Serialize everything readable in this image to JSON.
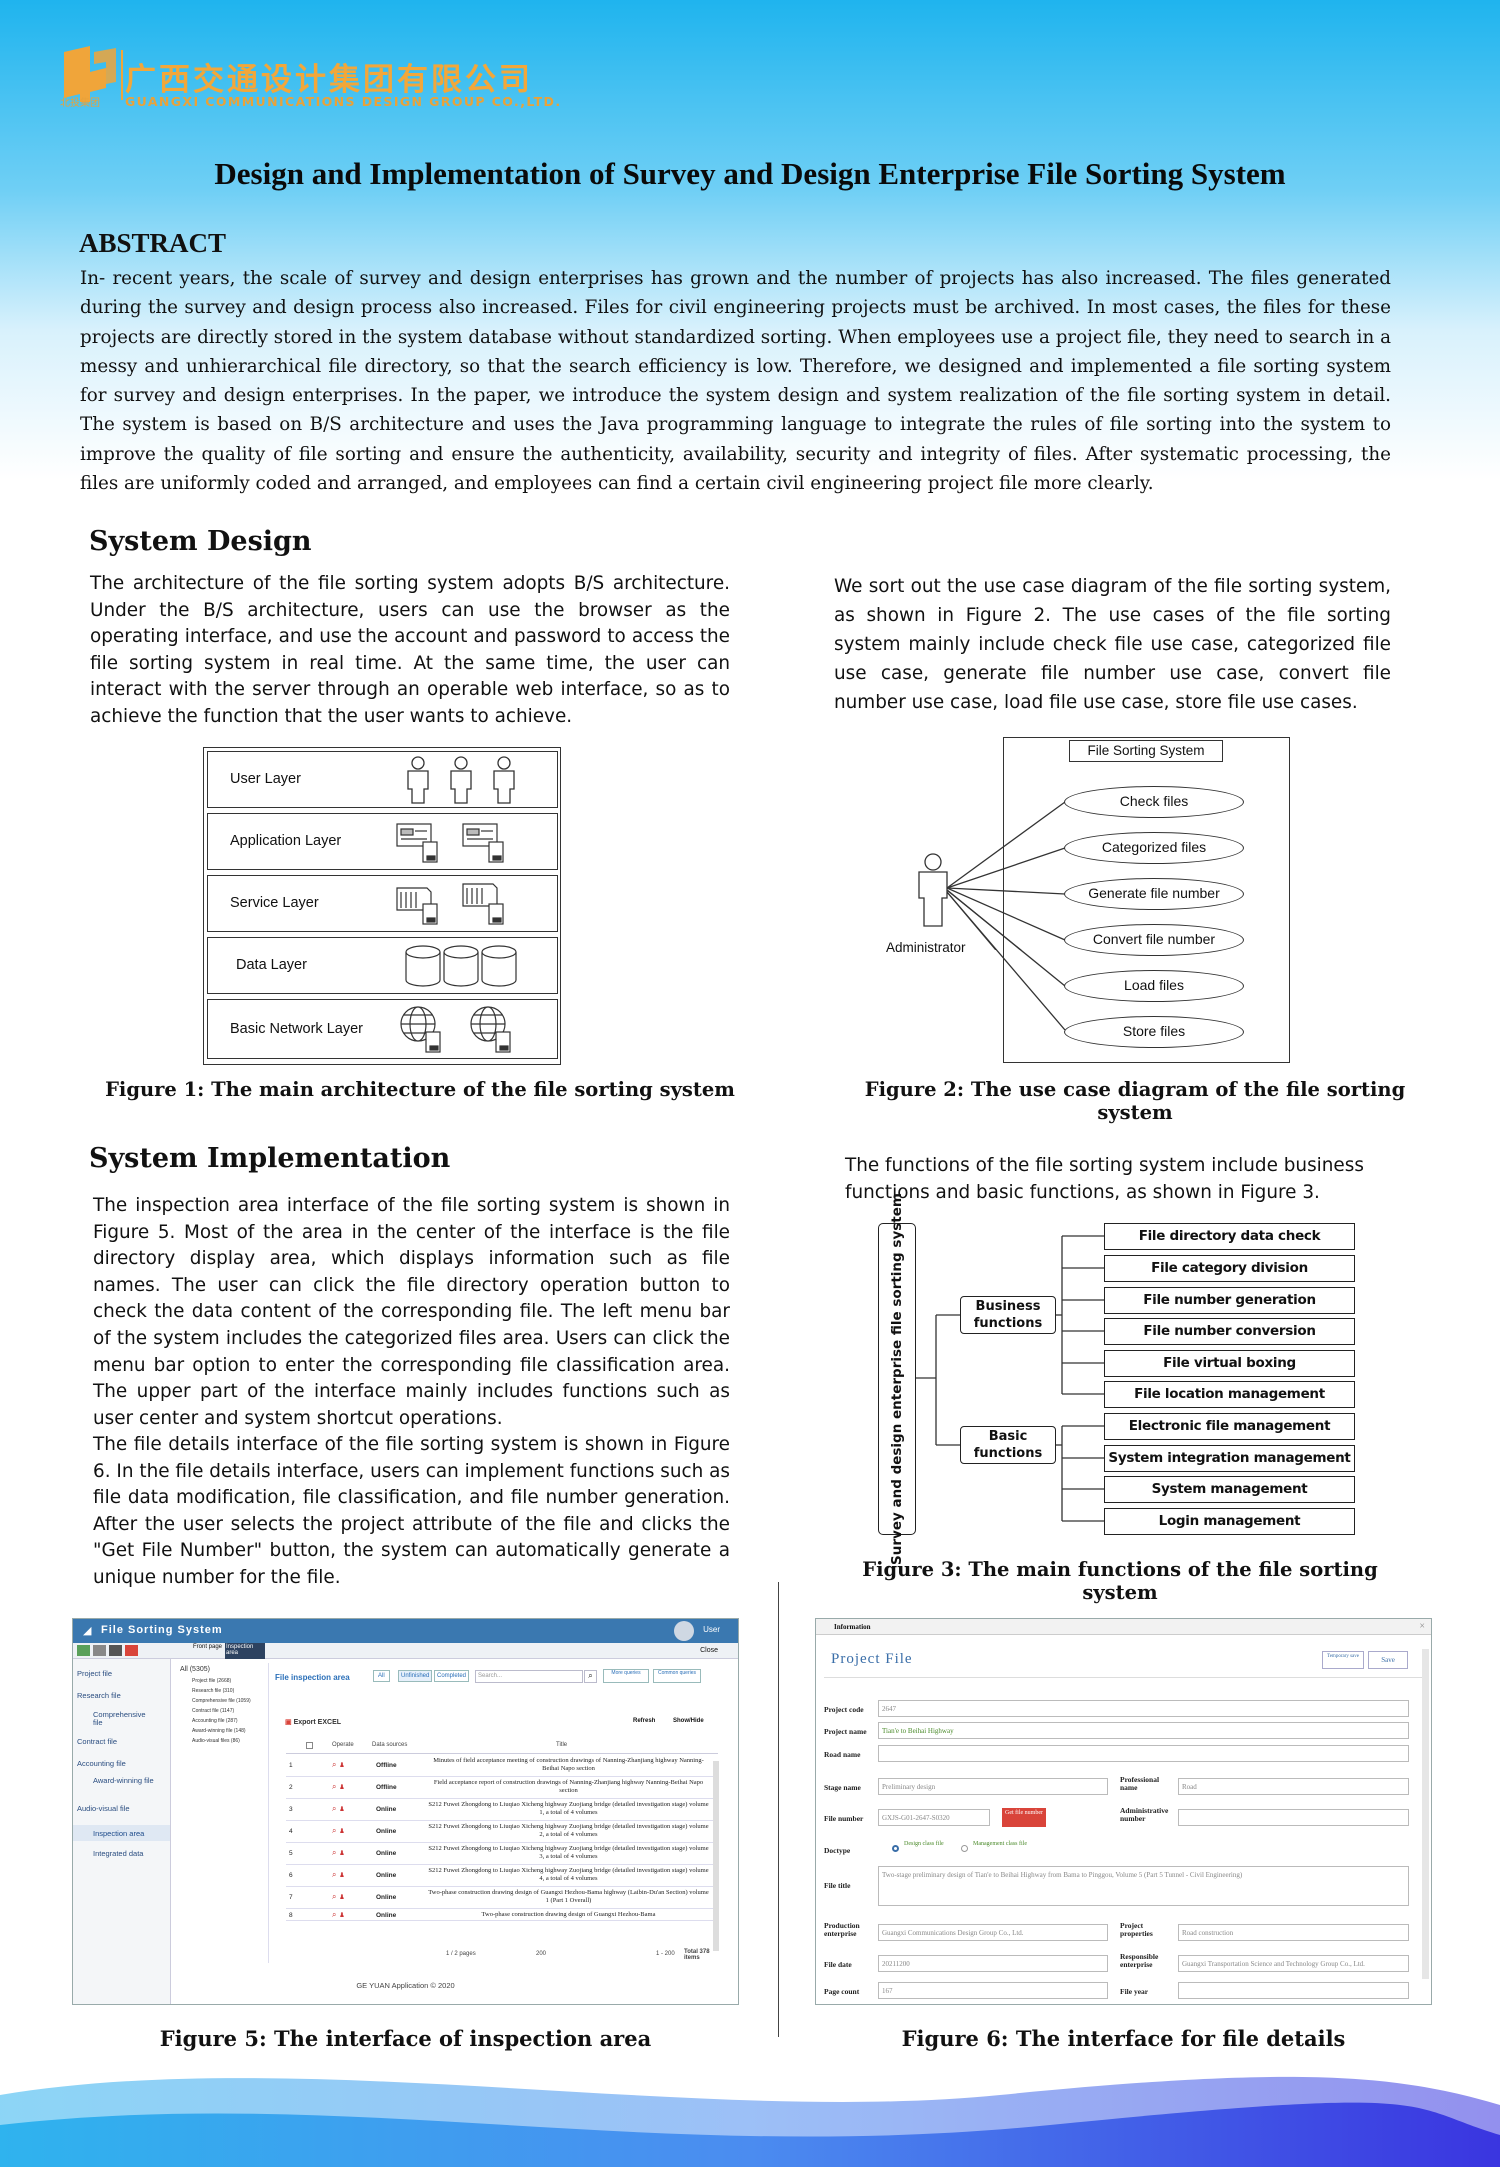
{
  "header": {
    "logo_cn": "广西交通设计集团有限公司",
    "logo_en": "GUANGXI COMMUNICATIONS DESIGN GROUP CO.,LTD.",
    "logo_short": "北投集团",
    "brand_color": "#f2a73a"
  },
  "title": "Design and Implementation of Survey and Design Enterprise File Sorting System",
  "abstract": {
    "heading": "ABSTRACT",
    "text": "In- recent years, the scale of survey and design enterprises has grown and the number of projects has also increased. The files generated during the survey and design process also increased. Files for civil engineering projects must be archived. In most cases, the files for these projects are directly stored in the system database without standardized sorting. When employees use a project file, they need to search in a messy and unhierarchical file directory, so that the search efficiency is low. Therefore, we designed and implemented a file sorting system for survey and design enterprises. In the paper, we introduce the system design and system realization of the file sorting system in detail. The system is based on B/S architecture and uses the Java programming language to integrate the rules of file sorting into the system to improve the quality of file sorting and ensure the authenticity, availability, security and integrity of files. After systematic processing, the files are uniformly coded and arranged, and employees can find a certain civil engineering project file more clearly."
  },
  "system_design": {
    "heading": "System Design",
    "left_text": "The architecture of the file sorting system adopts B/S architecture. Under the B/S architecture, users can use the browser as the operating interface, and use the account and password to access the file sorting system in real time. At the same time, the user can interact with the server through an operable web interface, so as to achieve the function that the user wants to achieve.",
    "right_text": "We sort out the use case diagram of the file sorting system, as shown in Figure 2. The use cases of the file sorting system mainly include check file use case, categorized file use case, generate file number use case, convert file number use case, load file use case, store file use cases.",
    "fig1": {
      "layers": [
        "User Layer",
        "Application Layer",
        "Service Layer",
        "Data Layer",
        "Basic Network Layer"
      ],
      "caption": "Figure 1: The main architecture of the file sorting system"
    },
    "fig2": {
      "system_title": "File Sorting System",
      "actor": "Administrator",
      "use_cases": [
        "Check files",
        "Categorized files",
        "Generate file number",
        "Convert file number",
        "Load files",
        "Store files"
      ],
      "caption": "Figure 2: The use case diagram of the file sorting system"
    }
  },
  "system_impl": {
    "heading": "System Implementation",
    "left_text_1": "The inspection area interface of the file sorting system is shown in Figure 5. Most of the area in the center of the interface is the file directory display area, which displays information such as file names. The user can click the file directory operation button to check the data content of the corresponding file. The left menu bar of the system includes the categorized files area. Users can click the menu bar option to enter the corresponding file classification area. The upper part of the interface mainly includes functions such as user center and system shortcut operations.",
    "left_text_2": "The file details interface of the file sorting system is shown in Figure 6. In the file details interface, users can implement functions such as file data modification, file classification, and file number generation. After the user selects the project attribute of the file and clicks the \"Get File Number\" button, the system can automatically generate a unique number for the file.",
    "right_text": "The functions of the file sorting system include business functions and basic functions, as shown in Figure 3.",
    "fig3": {
      "root": "Survey and design enterprise file sorting system",
      "business": "Business functions",
      "basic": "Basic functions",
      "business_items": [
        "File directory data check",
        "File category division",
        "File number generation",
        "File number conversion",
        "File virtual boxing",
        "File location management"
      ],
      "basic_items": [
        "Electronic file management",
        "System integration management",
        "System management",
        "Login management"
      ],
      "caption": "Figure 3: The main functions of the file sorting system"
    },
    "fig5": {
      "caption": "Figure 5: The interface of inspection area",
      "app_title": "File Sorting System",
      "user": "User",
      "tabs": [
        "Front page",
        "Inspection area"
      ],
      "close": "Close",
      "menu": [
        "Project file",
        "Research file",
        "Comprehensive file",
        "Contract file",
        "Accounting file",
        "Award-winning file",
        "Audio-visual file",
        "Inspection area",
        "Integrated data"
      ],
      "tree_root": "All (5305)",
      "tree_items": [
        "Project file (2668)",
        "Research file (310)",
        "Comprehensive file (1059)",
        "Contract file (1147)",
        "Accounting file (287)",
        "Award-winning file (148)",
        "Audio-visual files (86)"
      ],
      "area_title": "File inspection area",
      "filters": [
        "All",
        "Unfinished",
        "Completed"
      ],
      "search_placeholder": "Search...",
      "more_queries": "More queries",
      "common_queries": "Common queries",
      "export": "Export EXCEL",
      "refresh": "Refresh",
      "show_hide": "Show/Hide",
      "columns": [
        "Operate",
        "Data sources",
        "Title"
      ],
      "rows": [
        {
          "n": "1",
          "src": "Offline",
          "title": "Minutes of field acceptance meeting of construction drawings of Nanning-Zhanjiang highway Nanning-Beihai Napo section"
        },
        {
          "n": "2",
          "src": "Offline",
          "title": "Field acceptance report of construction drawings of Nanning-Zhanjiang highway Nanning-Beihai Napo section"
        },
        {
          "n": "3",
          "src": "Online",
          "title": "S212 Fuwei Zhongdong to Liuqiao Xicheng highway Zuojiang bridge (detailed investigation stage) volume 1, a total of 4 volumes"
        },
        {
          "n": "4",
          "src": "Online",
          "title": "S212 Fuwei Zhongdong to Liuqiao Xicheng highway Zuojiang bridge (detailed investigation stage) volume 2, a total of 4 volumes"
        },
        {
          "n": "5",
          "src": "Online",
          "title": "S212 Fuwei Zhongdong to Liuqiao Xicheng highway Zuojiang bridge (detailed investigation stage) volume 3, a total of 4 volumes"
        },
        {
          "n": "6",
          "src": "Online",
          "title": "S212 Fuwei Zhongdong to Liuqiao Xicheng highway Zuojiang bridge (detailed investigation stage) volume 4, a total of 4 volumes"
        },
        {
          "n": "7",
          "src": "Online",
          "title": "Two-phase construction drawing design of Guangxi Hezhou-Bama highway (Laibin-Du'an Section) volume 1 (Part 1 Overall)"
        },
        {
          "n": "8",
          "src": "Online",
          "title": "Two-phase construction drawing design of Guangxi Hezhou-Bama"
        }
      ],
      "pager": "1 / 2 pages",
      "page_size": "200",
      "range": "1 - 200",
      "total": "Total 378 items",
      "footer": "GE YUAN Application © 2020"
    },
    "fig6": {
      "caption": "Figure 6: The interface for file details",
      "window_title": "Information",
      "heading": "Project File",
      "temp_save": "Temporary save",
      "save": "Save",
      "project_code_label": "Project code",
      "project_code": "2647",
      "project_name_label": "Project name",
      "project_name": "Tian'e to Beihai Highway",
      "road_name_label": "Road name",
      "stage_label": "Stage name",
      "stage": "Preliminary design",
      "prof_label": "Professional name",
      "prof": "Road",
      "file_number_label": "File number",
      "file_number": "GXJS-G01-2647-S0320",
      "get_number": "Get file number",
      "admin_number_label": "Administrative number",
      "doctype_label": "Doctype",
      "doctype_a": "Design class file",
      "doctype_b": "Management class file",
      "file_title_label": "File title",
      "file_title": "Two-stage preliminary design of Tian'e to Beihai Highway from Bama to Pinggou, Volume 5 (Part 5 Tunnel - Civil Engineering)",
      "prod_label": "Production enterprise",
      "prod": "Guangxi Communications Design Group Co., Ltd.",
      "prop_label": "Project properties",
      "prop": "Road construction",
      "date_label": "File date",
      "date": "20211200",
      "resp_label": "Responsible enterprise",
      "resp": "Guangxi Transportation Science and Technology Group Co., Ltd.",
      "pages_label": "Page count",
      "pages": "167",
      "year_label": "File year"
    }
  }
}
